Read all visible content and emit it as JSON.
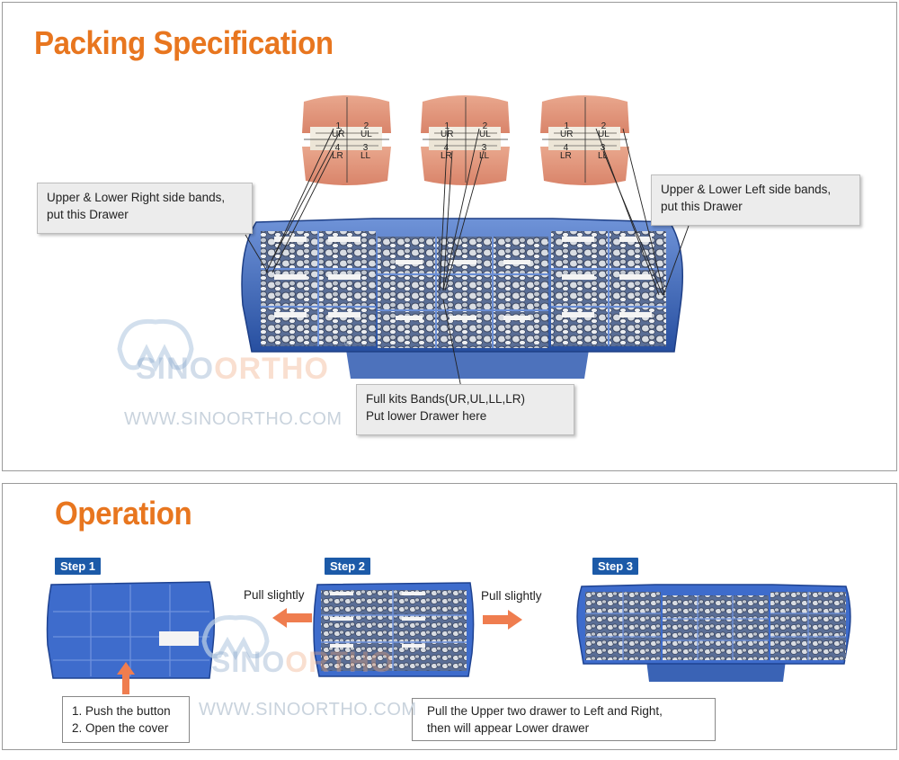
{
  "packing": {
    "title": "Packing Specification",
    "quadrants": {
      "q1": "1",
      "q1_label": "UR",
      "q2": "2",
      "q2_label": "UL",
      "q3": "3",
      "q3_label": "LL",
      "q4": "4",
      "q4_label": "LR"
    },
    "callout_right": {
      "line1": "Upper & Lower Right side bands,",
      "line2": "put this Drawer"
    },
    "callout_left": {
      "line1": "Upper & Lower Left side bands,",
      "line2": "put this Drawer"
    },
    "callout_full": {
      "line1": "Full kits Bands(UR,UL,LL,LR)",
      "line2": "Put lower Drawer here"
    }
  },
  "watermark": {
    "logo_sino": "SINO",
    "logo_ortho": "ORTHO",
    "registered": "®",
    "url": "WWW.SINOORTHO.COM"
  },
  "operation": {
    "title": "Operation",
    "step1": {
      "badge": "Step 1",
      "line1": "1. Push the button",
      "line2": "2. Open the cover"
    },
    "step2": {
      "badge": "Step 2",
      "pull_left": "Pull slightly",
      "pull_right": "Pull slightly"
    },
    "step3": {
      "badge": "Step 3"
    },
    "instruction": {
      "line1": "Pull the Upper two drawer to Left and Right,",
      "line2": "then will appear Lower drawer"
    }
  },
  "colors": {
    "accent": "#e8761f",
    "badge": "#1c5aa8",
    "case_blue": "#2f5fb8"
  }
}
